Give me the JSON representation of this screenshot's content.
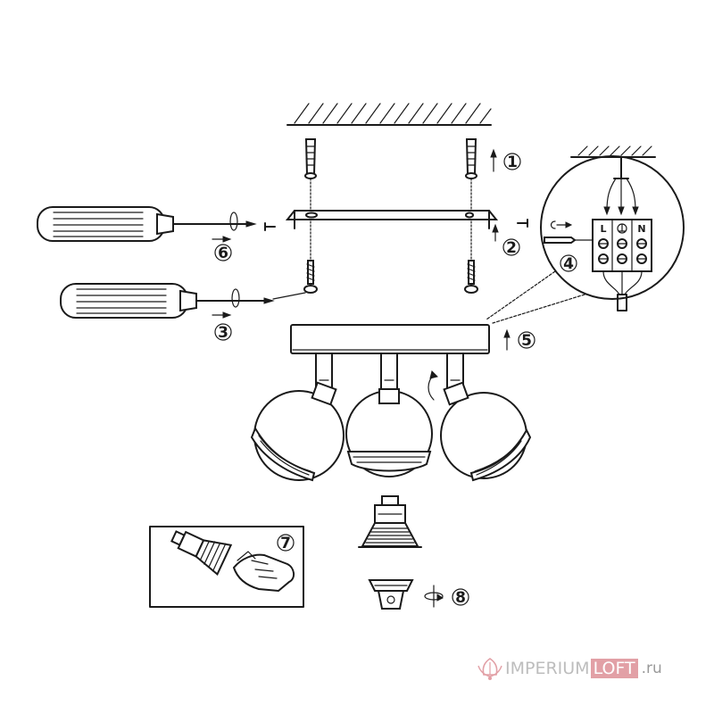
{
  "steps": {
    "s1": "1",
    "s2": "2",
    "s3": "3",
    "s4": "4",
    "s5": "5",
    "s6": "6",
    "s7": "7",
    "s8": "8"
  },
  "terminal_labels": {
    "live": "L",
    "neutral": "N"
  },
  "watermark": {
    "brand": "IMPERIUM",
    "accent": "LOFT",
    "tld": ".ru"
  },
  "colors": {
    "ink": "#1a1a1a",
    "watermark_gray": "#bdbdbd",
    "watermark_pink": "#e2a0a6"
  }
}
